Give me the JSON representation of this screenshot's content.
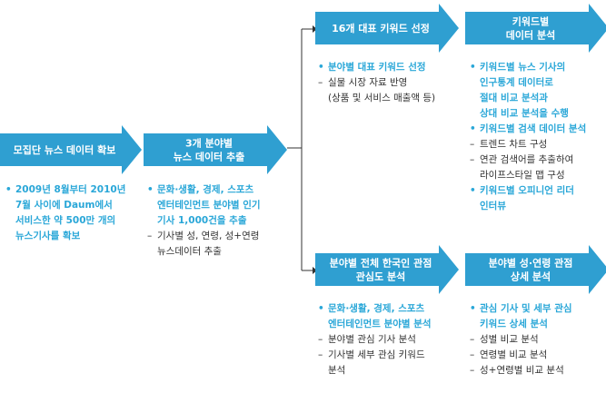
{
  "colors": {
    "arrow_fill": "#2f9fd1",
    "accent_text": "#2aa7d8",
    "body_text": "#333333",
    "connector": "#333333"
  },
  "steps": [
    {
      "id": "step1",
      "title_lines": [
        "모집단 뉴스 데이터 확보"
      ],
      "items": [
        {
          "kind": "bullet",
          "lines": [
            "2009년 8월부터 2010년",
            "7월 사이에 Daum에서",
            "서비스한 약 500만 개의",
            "뉴스기사를 확보"
          ]
        }
      ]
    },
    {
      "id": "step2",
      "title_lines": [
        "3개 분야별",
        "뉴스 데이터 추출"
      ],
      "items": [
        {
          "kind": "bullet",
          "lines": [
            "문화·생활, 경제, 스포츠",
            "엔터테인먼트 분야별 인기",
            "기사 1,000건을 추출"
          ]
        },
        {
          "kind": "dash",
          "lines": [
            "기사별 성, 연령, 성+연령",
            "뉴스데이터 추출"
          ]
        }
      ]
    },
    {
      "id": "step3",
      "title_lines": [
        "16개 대표 키워드 선정"
      ],
      "items": [
        {
          "kind": "bullet",
          "lines": [
            "분야별 대표 키워드 선정"
          ]
        },
        {
          "kind": "dash",
          "lines": [
            "실물 시장 자료 반영",
            "(상품 및 서비스 매출액 등)"
          ]
        }
      ]
    },
    {
      "id": "step4",
      "title_lines": [
        "키워드별",
        "데이터 분석"
      ],
      "items": [
        {
          "kind": "bullet",
          "lines": [
            "키워드별 뉴스 기사의",
            "인구통계 데이터로",
            "절대 비교 분석과",
            "상대 비교 분석을 수행"
          ]
        },
        {
          "kind": "bullet",
          "lines": [
            "키워드별 검색 데이터 분석"
          ]
        },
        {
          "kind": "dash",
          "lines": [
            "트렌드 차트 구성"
          ]
        },
        {
          "kind": "dash",
          "lines": [
            "연관 검색어를 추출하여",
            "라이프스타일 맵 구성"
          ]
        },
        {
          "kind": "bullet",
          "lines": [
            "키워드별 오피니언 리더",
            "인터뷰"
          ]
        }
      ]
    },
    {
      "id": "step5",
      "title_lines": [
        "분야별 전체 한국인 관점",
        "관심도 분석"
      ],
      "items": [
        {
          "kind": "bullet",
          "lines": [
            "문화·생활, 경제, 스포츠",
            "엔터테인먼트 분야별 분석"
          ]
        },
        {
          "kind": "dash",
          "lines": [
            "분야별 관심 기사 분석"
          ]
        },
        {
          "kind": "dash",
          "lines": [
            "기사별 세부 관심 키워드",
            "분석"
          ]
        }
      ]
    },
    {
      "id": "step6",
      "title_lines": [
        "분야별 성·연령 관점",
        "상세 분석"
      ],
      "items": [
        {
          "kind": "bullet",
          "lines": [
            "관심 기사 및 세부 관심",
            "키워드 상세 분석"
          ]
        },
        {
          "kind": "dash",
          "lines": [
            "성별 비교 분석"
          ]
        },
        {
          "kind": "dash",
          "lines": [
            "연령별 비교 분석"
          ]
        },
        {
          "kind": "dash",
          "lines": [
            "성+연령별 비교 분석"
          ]
        }
      ]
    }
  ]
}
